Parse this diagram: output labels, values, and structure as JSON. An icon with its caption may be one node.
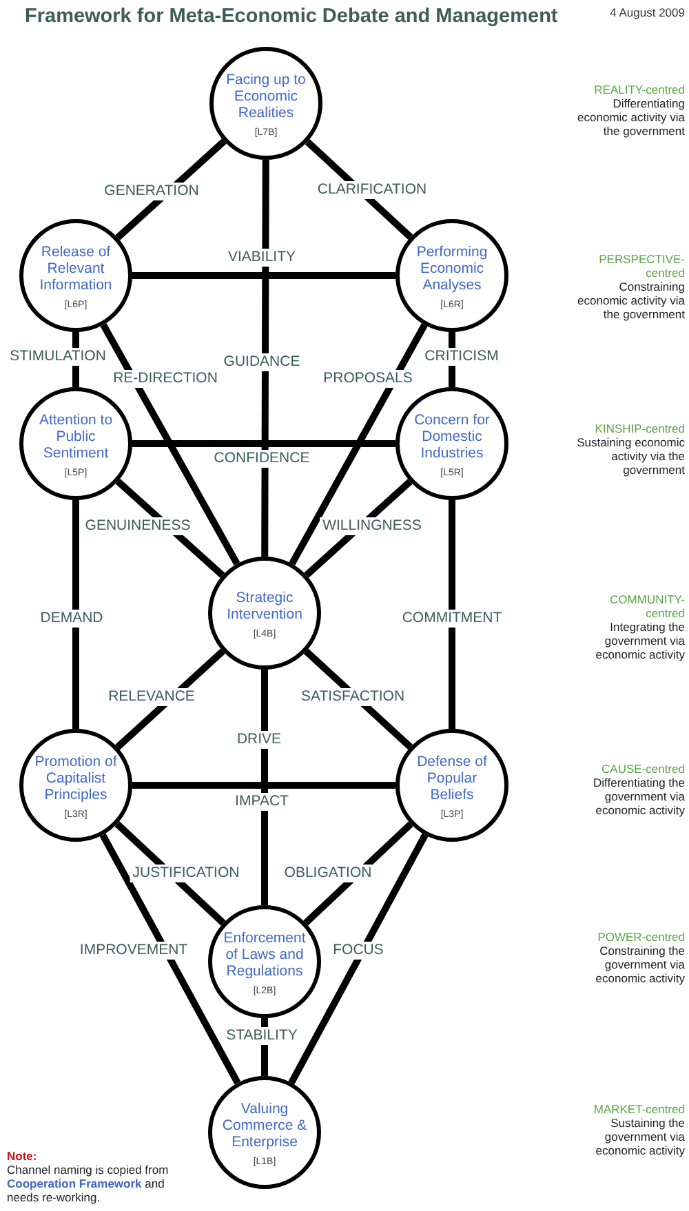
{
  "diagram": {
    "title": "Framework for Meta-Economic Debate and Management",
    "nodes": [
      {
        "text": [
          "Facing up to Economic Realities",
          "[L7B]"
        ]
      },
      {
        "text": [
          "Release of Relevant Information",
          "[L6P]"
        ]
      },
      {
        "text": [
          "Performing Economic Analyses",
          "[L6R]"
        ]
      },
      {
        "text": [
          "Attention to Public Sentiment",
          "[L5P]"
        ]
      },
      {
        "text": [
          "Concern for Domestic Industries",
          "[L5R]"
        ]
      },
      {
        "text": [
          "Strategic Intervention",
          "[L4B]"
        ]
      },
      {
        "text": [
          "Promotion of Capitalist Principles",
          "[L3R]"
        ]
      },
      {
        "text": [
          "Defense of Popular Beliefs",
          "[L3P]"
        ]
      },
      {
        "text": [
          "Enforcement of Laws and Regulations",
          "[L2B]"
        ]
      },
      {
        "text": [
          "Valuing Commerce & Enterprise",
          "[L1B]"
        ]
      }
    ],
    "edges": [
      {
        "from": 0,
        "to": 1,
        "arrow": "none",
        "label": "GENERATION"
      },
      {
        "from": 0,
        "to": 2,
        "arrow": "none",
        "label": "CLARIFICATION"
      },
      {
        "from": 0,
        "to": 5,
        "arrow": "none",
        "label": "GUIDANCE"
      },
      {
        "from": 1,
        "to": 2,
        "arrow": "none",
        "label": "VIABILITY"
      },
      {
        "from": 1,
        "to": 3,
        "arrow": "none",
        "label": "STIMULATION"
      },
      {
        "from": 1,
        "to": 5,
        "arrow": "none",
        "label": "RE-DIRECTION"
      },
      {
        "from": 2,
        "to": 5,
        "arrow": "none",
        "label": "PROPOSALS"
      },
      {
        "from": 2,
        "to": 4,
        "arrow": "none",
        "label": "CRITICISM"
      },
      {
        "from": 3,
        "to": 4,
        "arrow": "none",
        "label": "CONFIDENCE"
      },
      {
        "from": 3,
        "to": 5,
        "arrow": "none",
        "label": "GENUINENESS"
      },
      {
        "from": 4,
        "to": 5,
        "arrow": "none",
        "label": "WILLINGNESS"
      },
      {
        "from": 3,
        "to": 6,
        "arrow": "none",
        "label": "DEMAND"
      },
      {
        "from": 4,
        "to": 7,
        "arrow": "none",
        "label": "COMMITMENT"
      },
      {
        "from": 5,
        "to": 6,
        "arrow": "none",
        "label": "RELEVANCE"
      },
      {
        "from": 5,
        "to": 7,
        "arrow": "none",
        "label": "SATISFACTION"
      },
      {
        "from": 5,
        "to": 8,
        "arrow": "none",
        "label": "DRIVE"
      },
      {
        "from": 6,
        "to": 7,
        "arrow": "none",
        "label": "IMPACT"
      },
      {
        "from": 6,
        "to": 8,
        "arrow": "none",
        "label": "JUSTIFICATION"
      },
      {
        "from": 7,
        "to": 8,
        "arrow": "none",
        "label": "OBLIGATION"
      },
      {
        "from": 6,
        "to": 9,
        "arrow": "none",
        "label": "IMPROVEMENT"
      },
      {
        "from": 7,
        "to": 9,
        "arrow": "none",
        "label": "FOCUS"
      },
      {
        "from": 8,
        "to": 9,
        "arrow": "none",
        "label": "STABILITY"
      }
    ],
    "labels": [
      "4 August 2009",
      "REALITY-centred",
      "Differentiating economic activity via the government",
      "PERSPECTIVE-centred",
      "Constraining economic activity via the government",
      "KINSHIP-centred",
      "Sustaining economic activity via the government",
      "COMMUNITY-centred",
      "Integrating the government via economic activity",
      "CAUSE-centred",
      "Differentiating the government via economic activity",
      "POWER-centred",
      "Constraining the government via economic activity",
      "MARKET-centred",
      "Sustaining the government via economic activity",
      "Note:",
      "Channel naming is copied from",
      "Cooperation Framework",
      "and needs re-working."
    ]
  }
}
